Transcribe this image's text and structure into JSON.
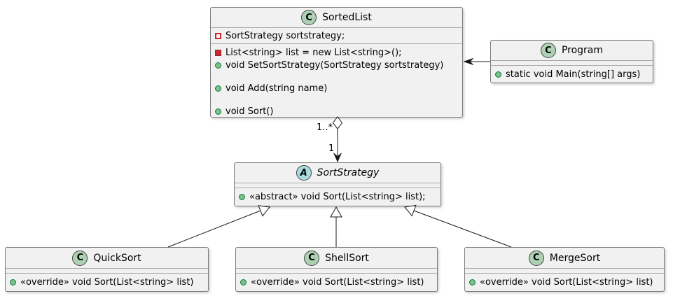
{
  "colors": {
    "box_fill": "#F1F1F1",
    "box_border": "#7b7b7b",
    "class_icon_fill": "#ADD1B2",
    "abstract_icon_fill": "#A9DCDF",
    "private_red": "#C82930",
    "public_green_fill": "#84BE84",
    "public_green_border": "#038048",
    "edge_line": "#181818"
  },
  "classes": [
    {
      "letter": "C",
      "name": "SortedList",
      "fields": [
        {
          "icon": "private-field-hollow-square-icon",
          "text": "SortStrategy sortstrategy;"
        }
      ],
      "methods": [
        {
          "icon": "private-filled-square-icon",
          "text": "List<string> list = new List<string>();"
        },
        {
          "icon": "public-method-circle-icon",
          "text": "void SetSortStrategy(SortStrategy sortstrategy)"
        },
        {
          "icon": "public-method-circle-icon",
          "text": "void Add(string name)"
        },
        {
          "icon": "public-method-circle-icon",
          "text": "void Sort()"
        }
      ]
    },
    {
      "letter": "C",
      "name": "Program",
      "methods": [
        {
          "icon": "public-method-circle-icon",
          "text": "static void Main(string[] args)"
        }
      ]
    },
    {
      "letter": "A",
      "name": "SortStrategy",
      "methods": [
        {
          "icon": "public-method-circle-icon",
          "text": "«abstract» void Sort(List<string> list);"
        }
      ]
    },
    {
      "letter": "C",
      "name": "QuickSort",
      "methods": [
        {
          "icon": "public-method-circle-icon",
          "text": "«override» void Sort(List<string> list)"
        }
      ]
    },
    {
      "letter": "C",
      "name": "ShellSort",
      "methods": [
        {
          "icon": "public-method-circle-icon",
          "text": "«override» void Sort(List<string> list)"
        }
      ]
    },
    {
      "letter": "C",
      "name": "MergeSort",
      "methods": [
        {
          "icon": "public-method-circle-icon",
          "text": "«override» void Sort(List<string> list)"
        }
      ]
    }
  ],
  "edges": {
    "association": {
      "from": "Program",
      "to": "SortedList",
      "type": "arrow"
    },
    "aggregation": {
      "from": "SortedList",
      "to": "SortStrategy",
      "type": "aggregation-arrow",
      "source_multiplicity": "1..*",
      "target_multiplicity": "1"
    },
    "generalizations": [
      {
        "from": "QuickSort",
        "to": "SortStrategy"
      },
      {
        "from": "ShellSort",
        "to": "SortStrategy"
      },
      {
        "from": "MergeSort",
        "to": "SortStrategy"
      }
    ]
  }
}
